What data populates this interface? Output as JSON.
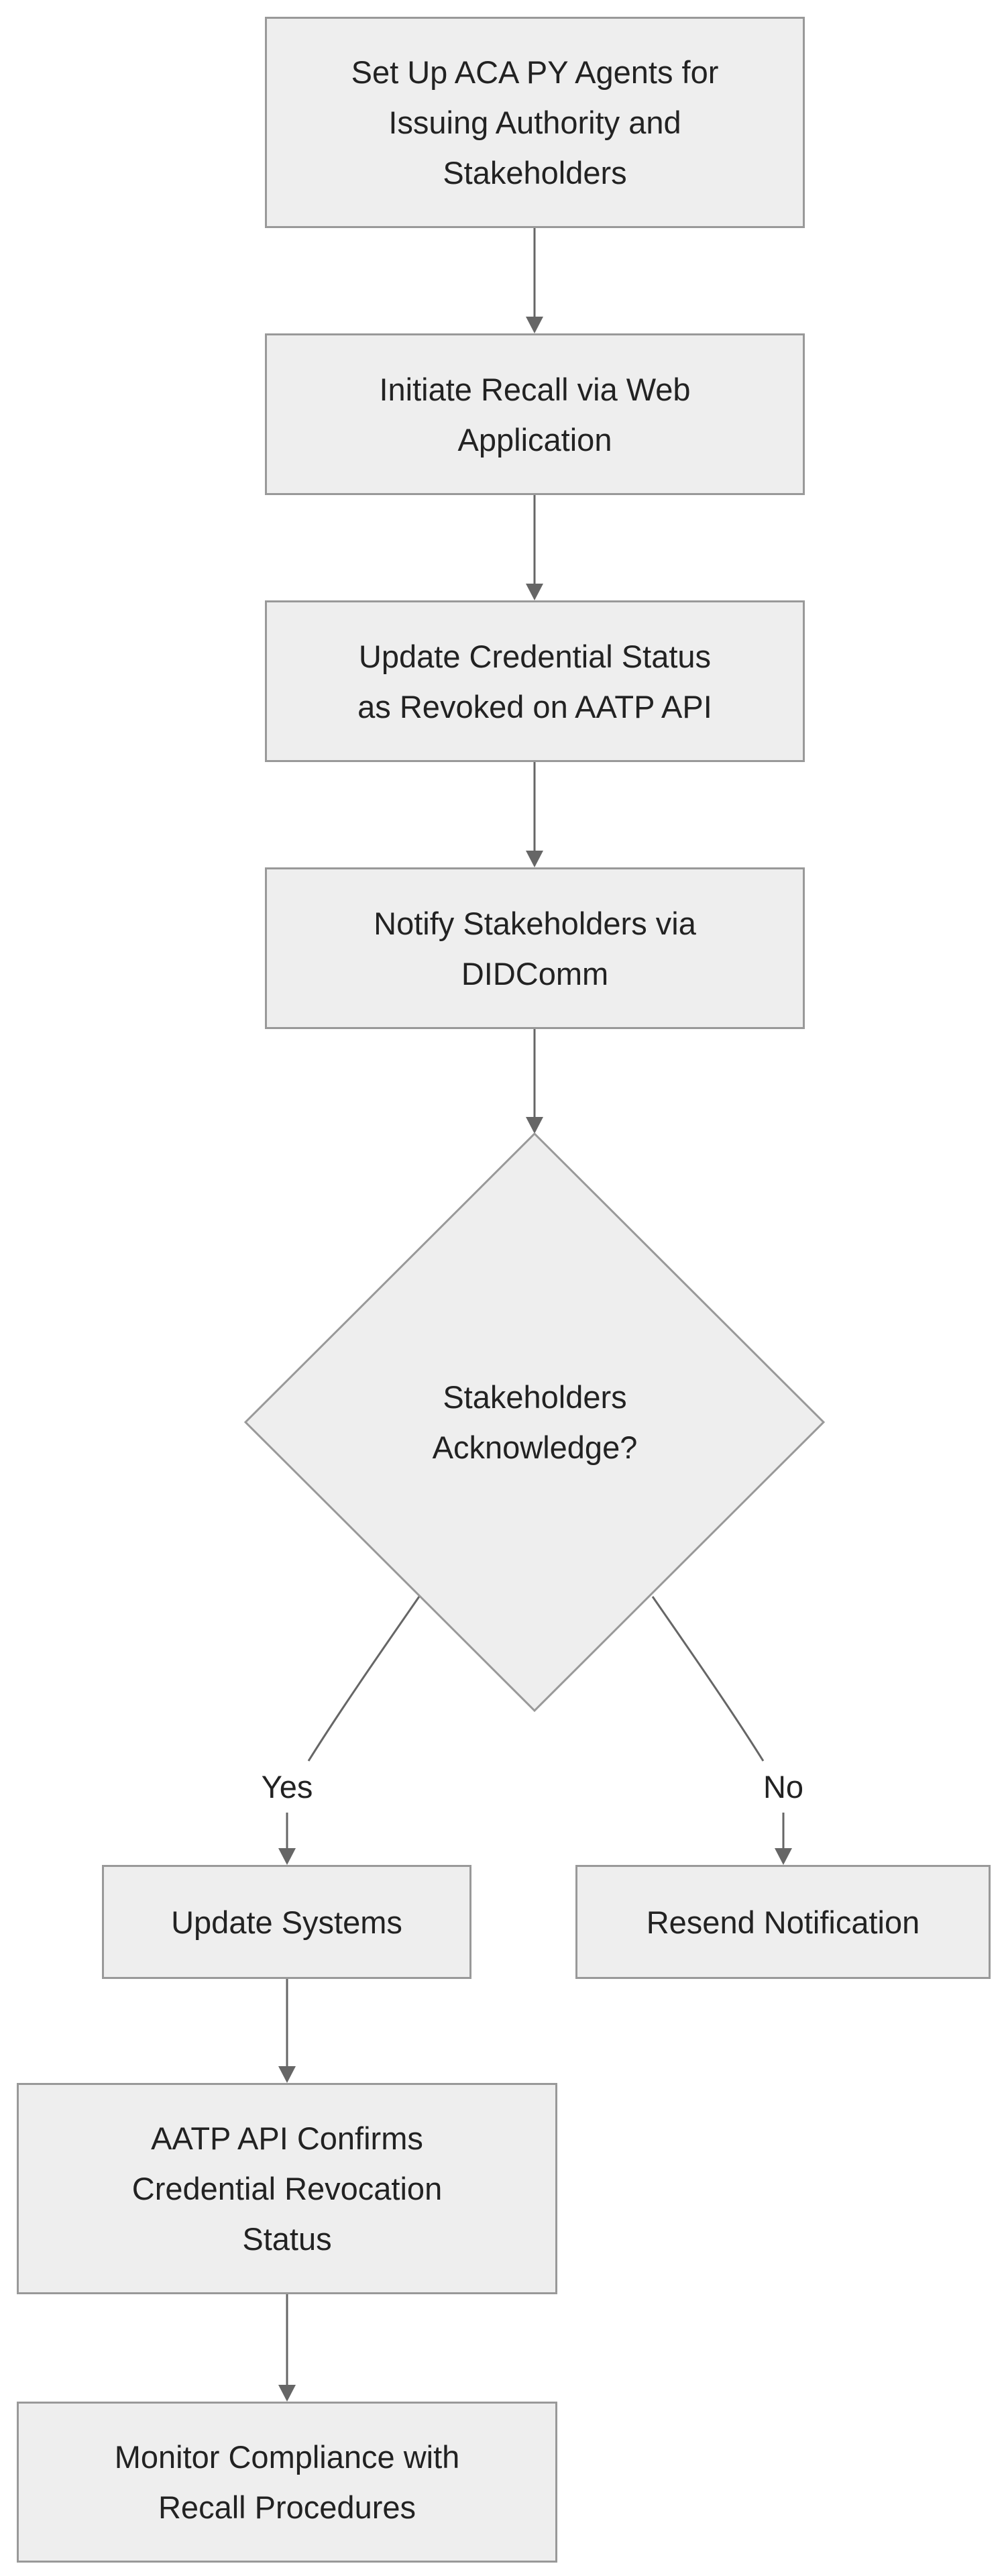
{
  "diagram": {
    "type": "flowchart",
    "colors": {
      "node_fill": "#eeeeee",
      "node_border": "#999999",
      "edge": "#666666",
      "text": "#222222"
    },
    "nodes": {
      "setup_agents": "Set Up ACA PY Agents for\nIssuing Authority and\nStakeholders",
      "initiate_recall": "Initiate Recall via Web\nApplication",
      "update_status": "Update Credential Status\nas Revoked on AATP API",
      "notify": "Notify Stakeholders via\nDIDComm",
      "decision": "Stakeholders\nAcknowledge?",
      "update_systems": "Update Systems",
      "resend": "Resend Notification",
      "confirms": "AATP API Confirms\nCredential Revocation\nStatus",
      "monitor": "Monitor Compliance with\nRecall Procedures"
    },
    "edge_labels": {
      "yes": "Yes",
      "no": "No"
    }
  }
}
